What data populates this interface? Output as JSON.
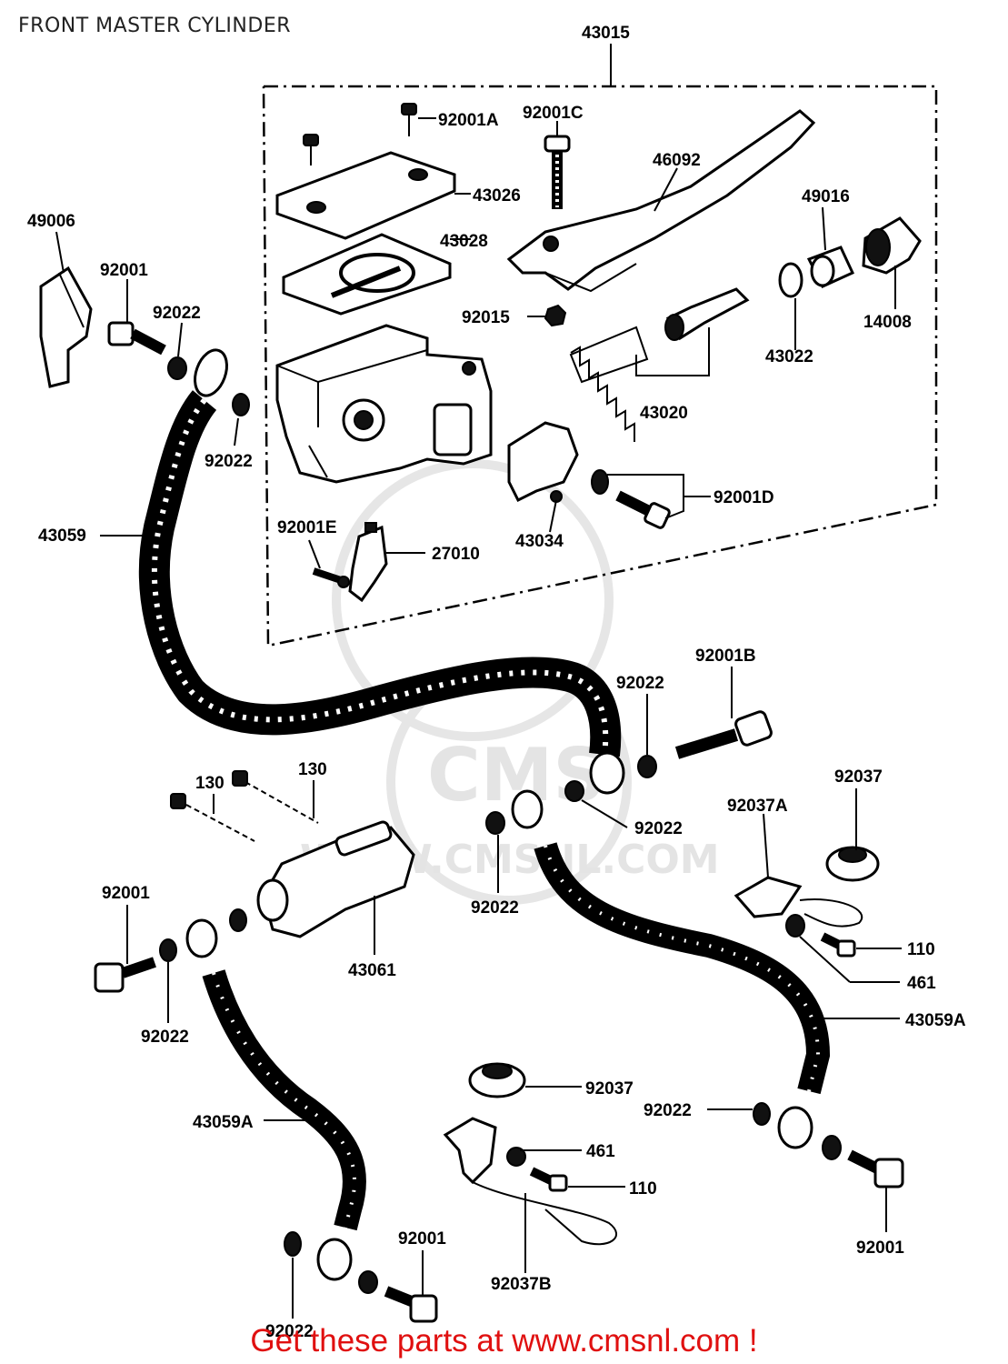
{
  "page": {
    "title": "FRONT MASTER CYLINDER",
    "footer": "Get these parts at www.cmsnl.com !"
  },
  "colors": {
    "footer": "#e01010",
    "lines": "#000000",
    "watermark": "#e4e4e4"
  },
  "watermark": {
    "brand": "CMS",
    "url": "WWW.CMSNL.COM"
  },
  "labels": {
    "l43015": "43015",
    "l92001A": "92001A",
    "l92001C": "92001C",
    "l46092": "46092",
    "l43026": "43026",
    "l43028": "43028",
    "l49016": "49016",
    "l49006": "49006",
    "l92001_top": "92001",
    "l92022_top": "92022",
    "l92015": "92015",
    "l43022": "43022",
    "l14008": "14008",
    "l43020": "43020",
    "l92022_mid": "92022",
    "l43059": "43059",
    "l92001D": "92001D",
    "l43034": "43034",
    "l92001E": "92001E",
    "l27010": "27010",
    "l92001B": "92001B",
    "l92022_b1": "92022",
    "l130_a": "130",
    "l130_b": "130",
    "l92037_r": "92037",
    "l92037A": "92037A",
    "l92022_b2": "92022",
    "l92022_b3": "92022",
    "l92001_left": "92001",
    "l43061": "43061",
    "l110_r": "110",
    "l461_r": "461",
    "l43059A_r": "43059A",
    "l92022_left": "92022",
    "l92037_c": "92037",
    "l92022_r2": "92022",
    "l43059A_l": "43059A",
    "l461_c": "461",
    "l110_c": "110",
    "l92001_bot": "92001",
    "l92001_br": "92001",
    "l92037B": "92037B",
    "l92022_bot": "92022"
  }
}
